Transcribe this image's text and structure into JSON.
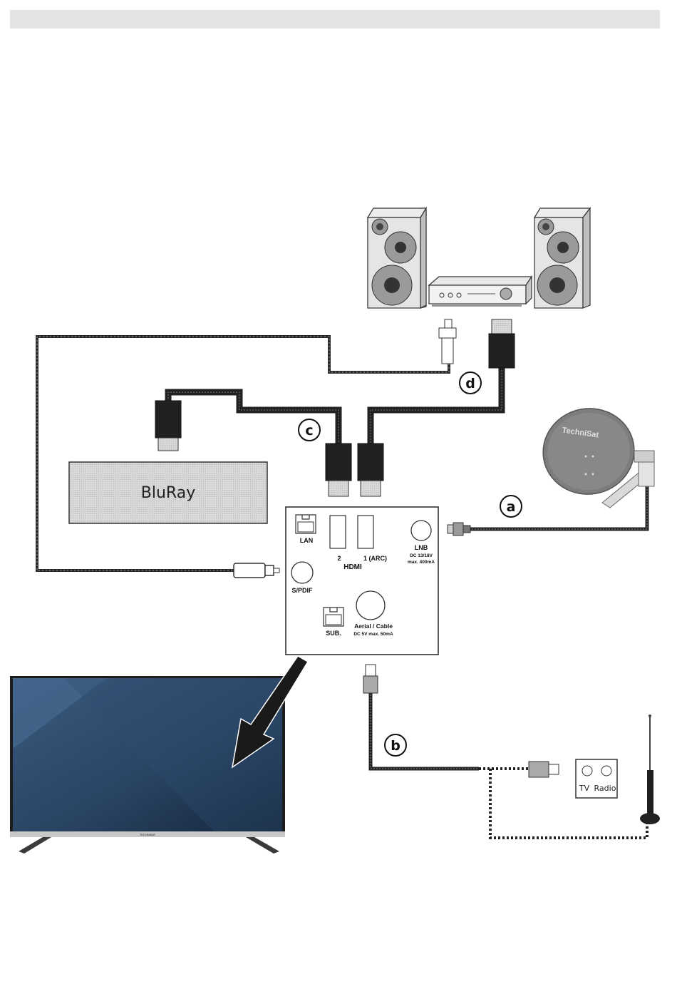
{
  "devices": {
    "bluray_label": "BluRay",
    "tv_brand": "TECHNISAT",
    "dish_brand": "TechniSat",
    "wall_socket_tv": "TV",
    "wall_socket_radio": "Radio"
  },
  "panel": {
    "lan": "LAN",
    "hdmi_port_2": "2",
    "hdmi_port_1": "1  (ARC)",
    "hdmi": "HDMI",
    "lnb": "LNB",
    "lnb_spec_1": "DC 13/18V",
    "lnb_spec_2": "max. 400mA",
    "spdif": "S/PDIF",
    "sub": "SUB.",
    "aerial": "Aerial / Cable",
    "aerial_spec": "DC 5V max. 50mA"
  },
  "callouts": {
    "a": "a",
    "b": "b",
    "c": "c",
    "d": "d"
  }
}
